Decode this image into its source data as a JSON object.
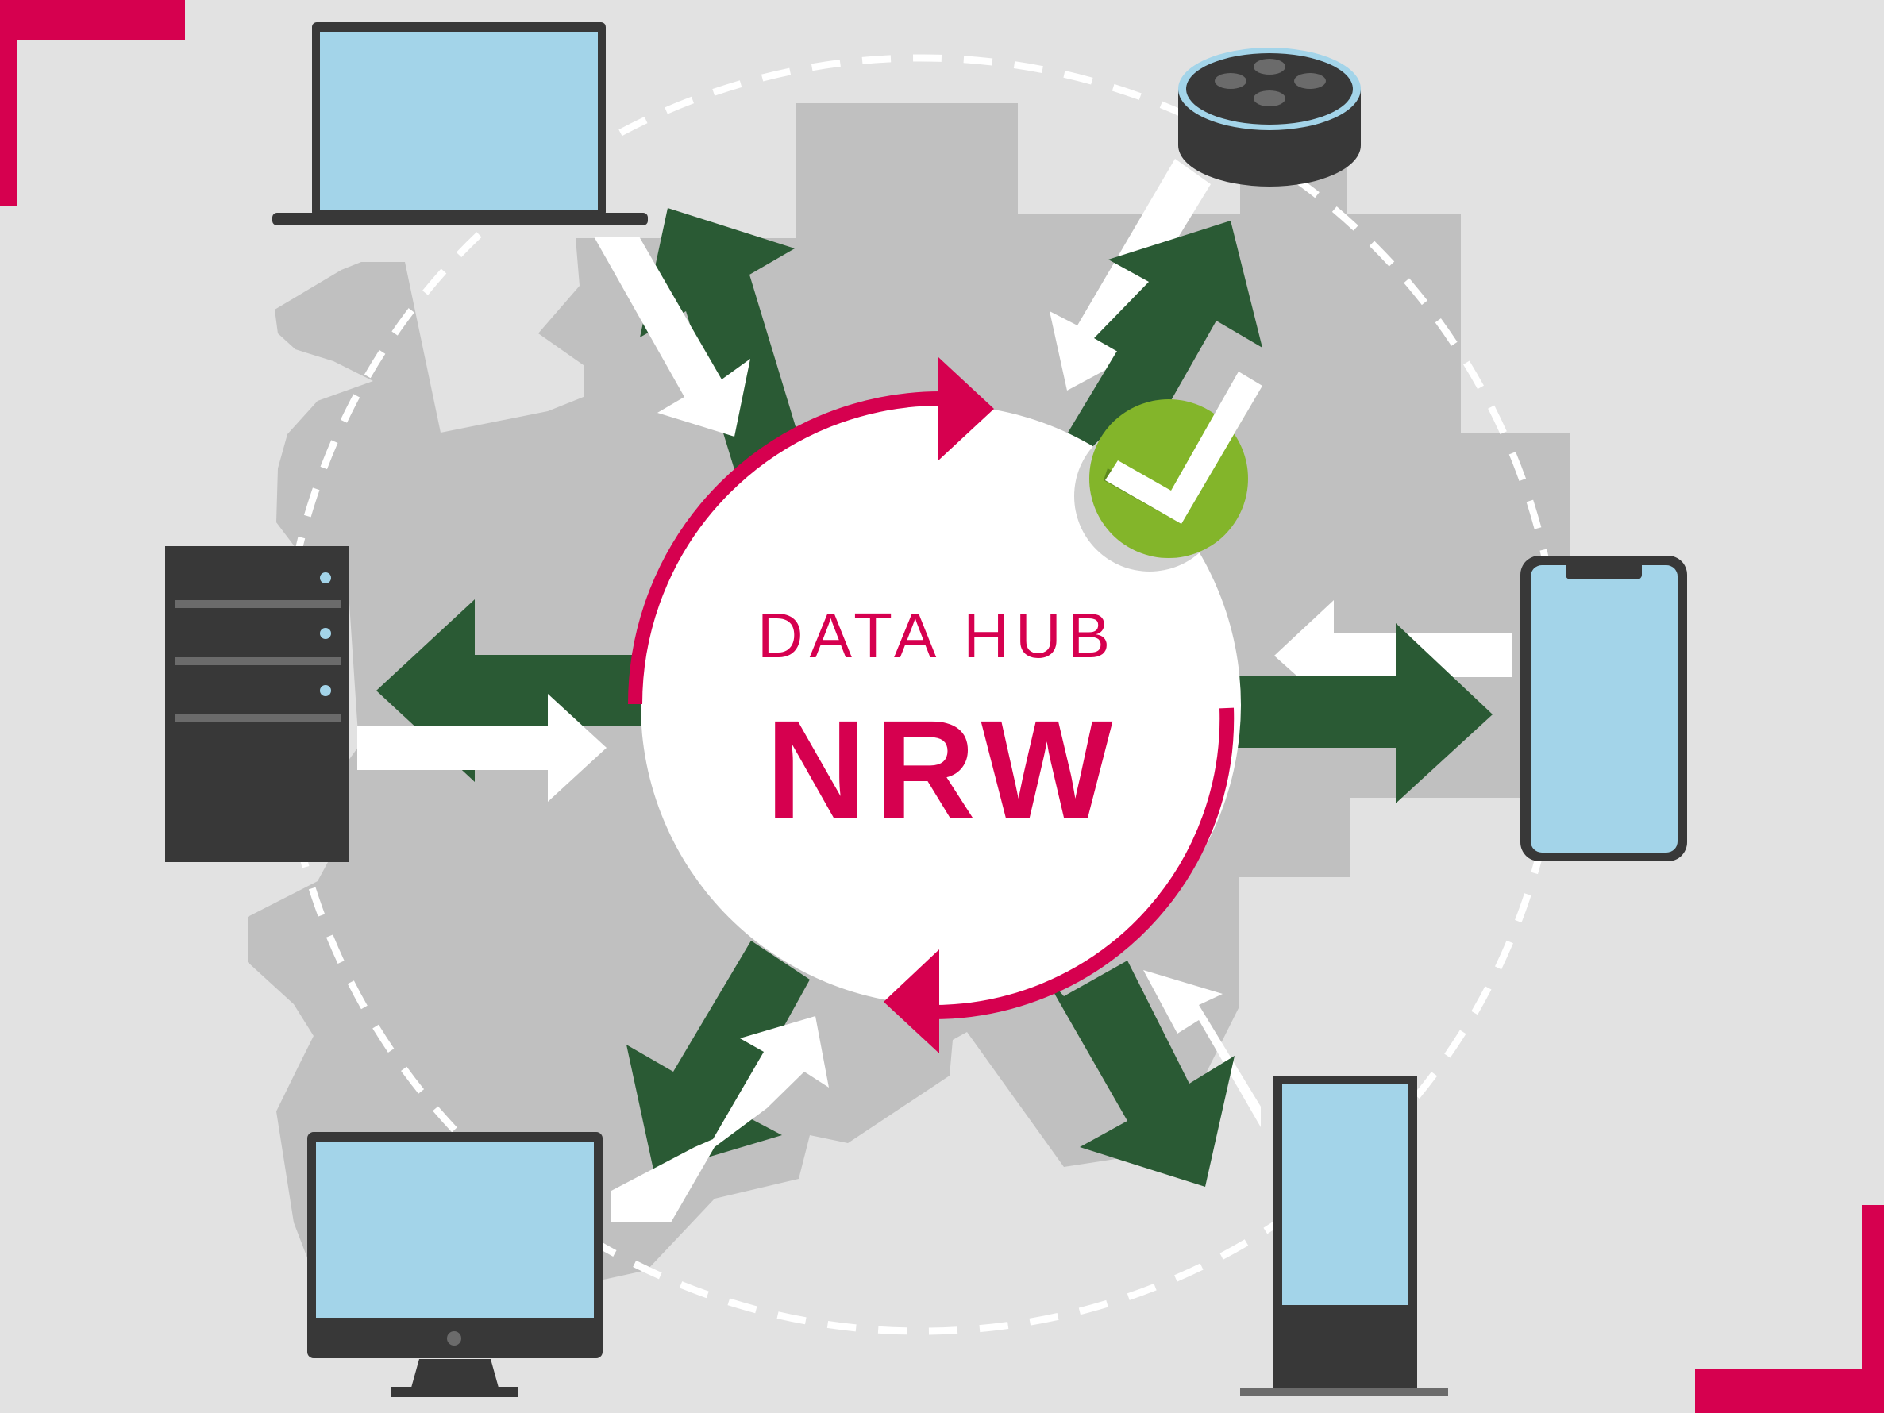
{
  "hub": {
    "title_line1": "DATA HUB",
    "title_line2": "NRW"
  },
  "devices": [
    {
      "name": "laptop",
      "icon": "laptop-icon"
    },
    {
      "name": "smart-speaker",
      "icon": "smart-speaker-icon"
    },
    {
      "name": "server",
      "icon": "server-tower-icon"
    },
    {
      "name": "smartphone",
      "icon": "smartphone-icon"
    },
    {
      "name": "desktop-monitor",
      "icon": "monitor-icon"
    },
    {
      "name": "info-kiosk",
      "icon": "kiosk-display-icon"
    }
  ],
  "status_badge": {
    "icon": "checkmark-icon",
    "state": "verified"
  },
  "colors": {
    "background": "#e2e2e2",
    "map_gray": "#c0c0c0",
    "accent_red": "#d6004f",
    "arrow_green": "#2a5a34",
    "screen_blue": "#a3d4e9",
    "device_dark": "#383838",
    "check_green": "#83b52a",
    "white": "#ffffff"
  }
}
